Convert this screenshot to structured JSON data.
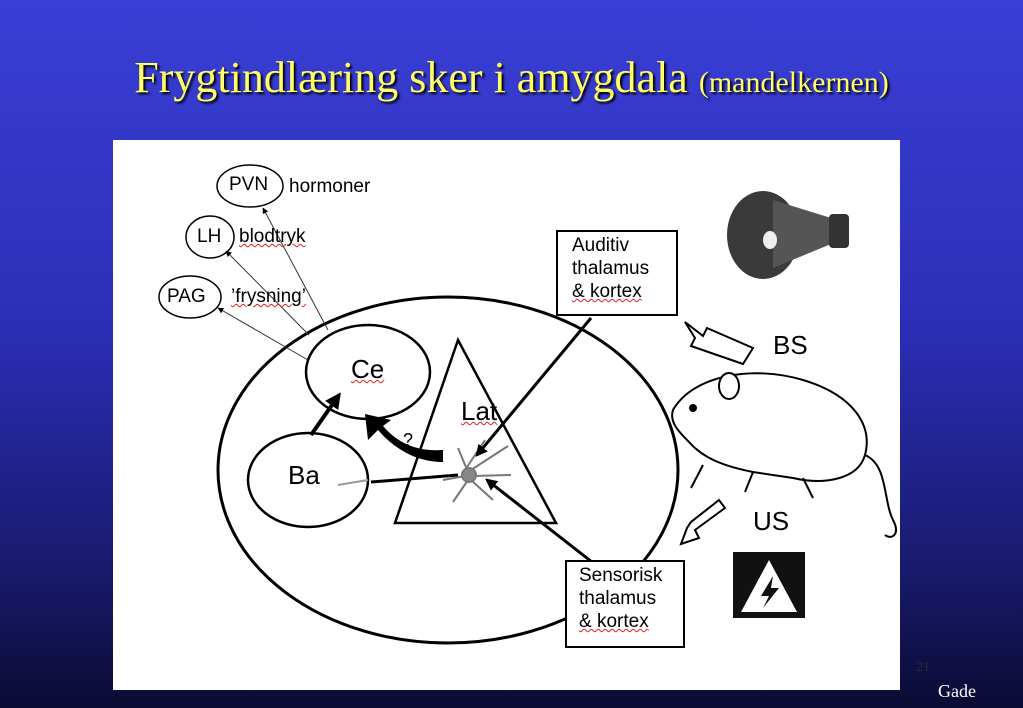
{
  "slide": {
    "title_main": "Frygtindlæring sker i amygdala",
    "title_sub": "(mandelkernen)",
    "page_number": "21",
    "author": "Gade"
  },
  "diagram": {
    "nodes": {
      "pvn": "PVN",
      "lh": "LH",
      "pag": "PAG",
      "ce": "Ce",
      "ba": "Ba",
      "lat": "Lat"
    },
    "outputs": {
      "pvn": "hormoner",
      "lh": "blodtryk",
      "pag": "’frysning’"
    },
    "question_mark": "?",
    "auditory_box": [
      "Auditiv",
      "thalamus",
      "& kortex"
    ],
    "sensory_box": [
      "Sensorisk",
      "thalamus",
      "& kortex"
    ],
    "stimuli": {
      "bs": "BS",
      "us": "US"
    },
    "icons": [
      "loudspeaker-icon",
      "rat-icon",
      "electric-shock-warning-icon",
      "neuron-icon"
    ]
  }
}
